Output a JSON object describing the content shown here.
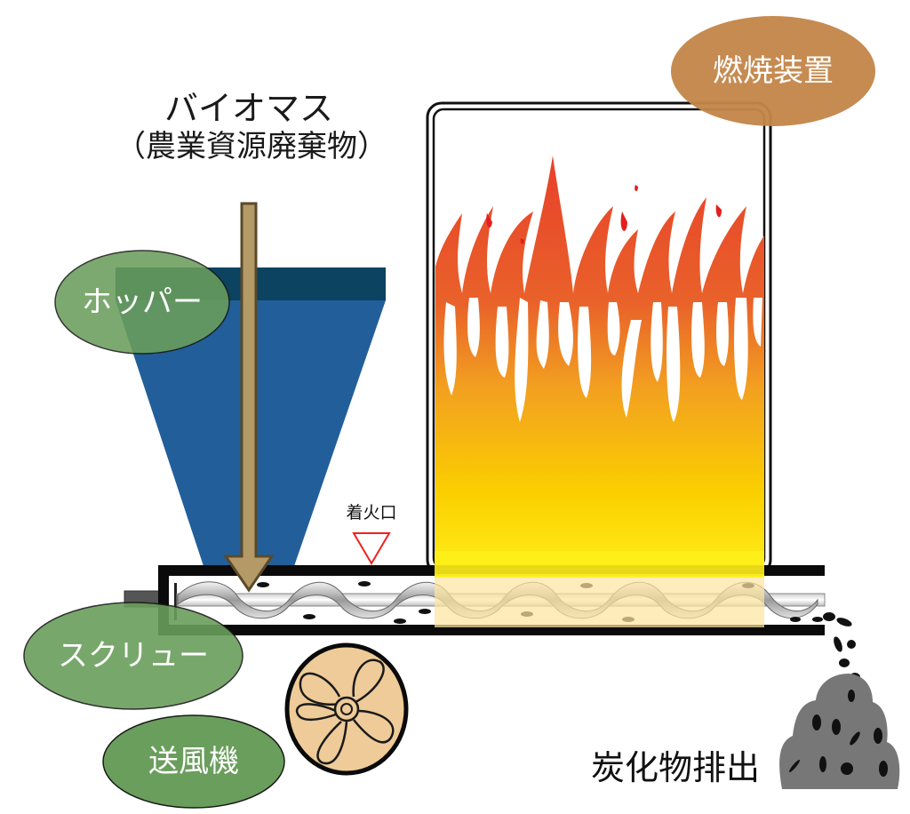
{
  "diagram": {
    "input": {
      "title": "バイオマス",
      "subtitle": "（農業資源廃棄物）"
    },
    "components": {
      "burner": {
        "label": "燃焼装置",
        "color": "#c4864a"
      },
      "hopper": {
        "label": "ホッパー",
        "color": "#225f9a",
        "rim_color": "#0b4360"
      },
      "screw": {
        "label": "スクリュー"
      },
      "blower": {
        "label": "送風機",
        "fan_color": "#eecb98"
      },
      "ignition_port": {
        "label": "着火口",
        "marker_color": "#ee2222"
      },
      "char_discharge": {
        "label": "炭化物排出",
        "pile_color": "#777777"
      }
    },
    "colors": {
      "label_ellipse_green": "#6a9e5c",
      "feed_arrow": "#b39a67",
      "feed_arrow_outline": "#5a4a2a",
      "flame_top": "#e8402a",
      "flame_bottom": "#ffe81a",
      "hot_zone_overlay": "#fde6a0"
    }
  }
}
